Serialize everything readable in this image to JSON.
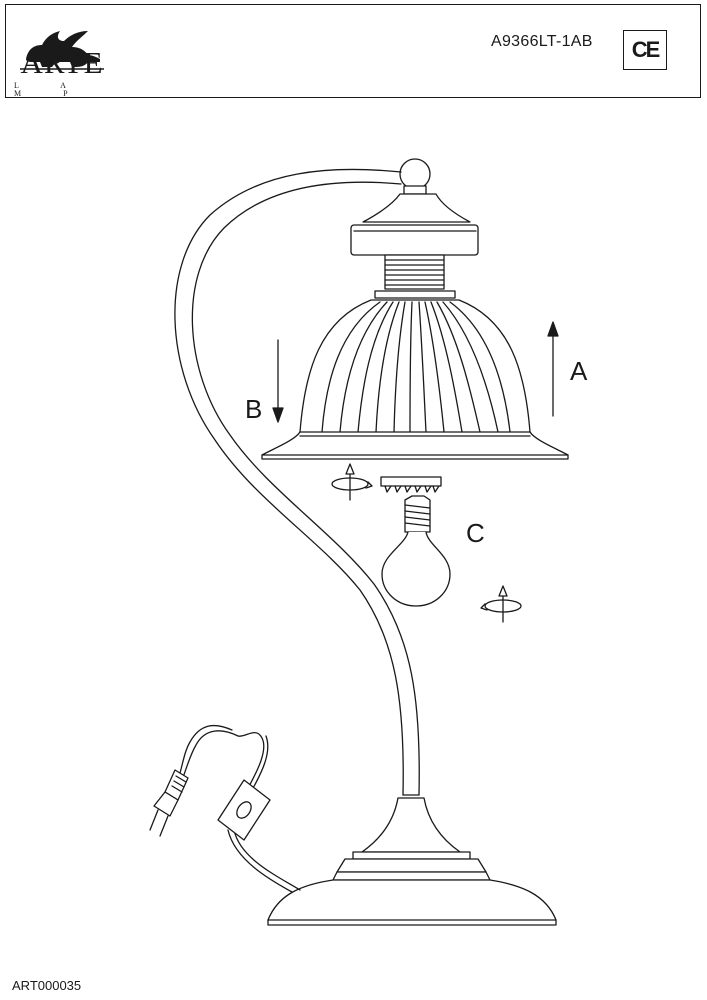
{
  "header": {
    "brand": "ARTE",
    "brand_sub": "L A M P",
    "model": "A9366LT-1AB",
    "cert_mark": "CE"
  },
  "callouts": {
    "a": "A",
    "b": "B",
    "c": "C"
  },
  "footer": {
    "code": "ART000035"
  },
  "icons": [
    "lion-logo-icon",
    "ce-mark-icon",
    "up-arrow-icon",
    "down-arrow-icon",
    "rotate-icon"
  ]
}
